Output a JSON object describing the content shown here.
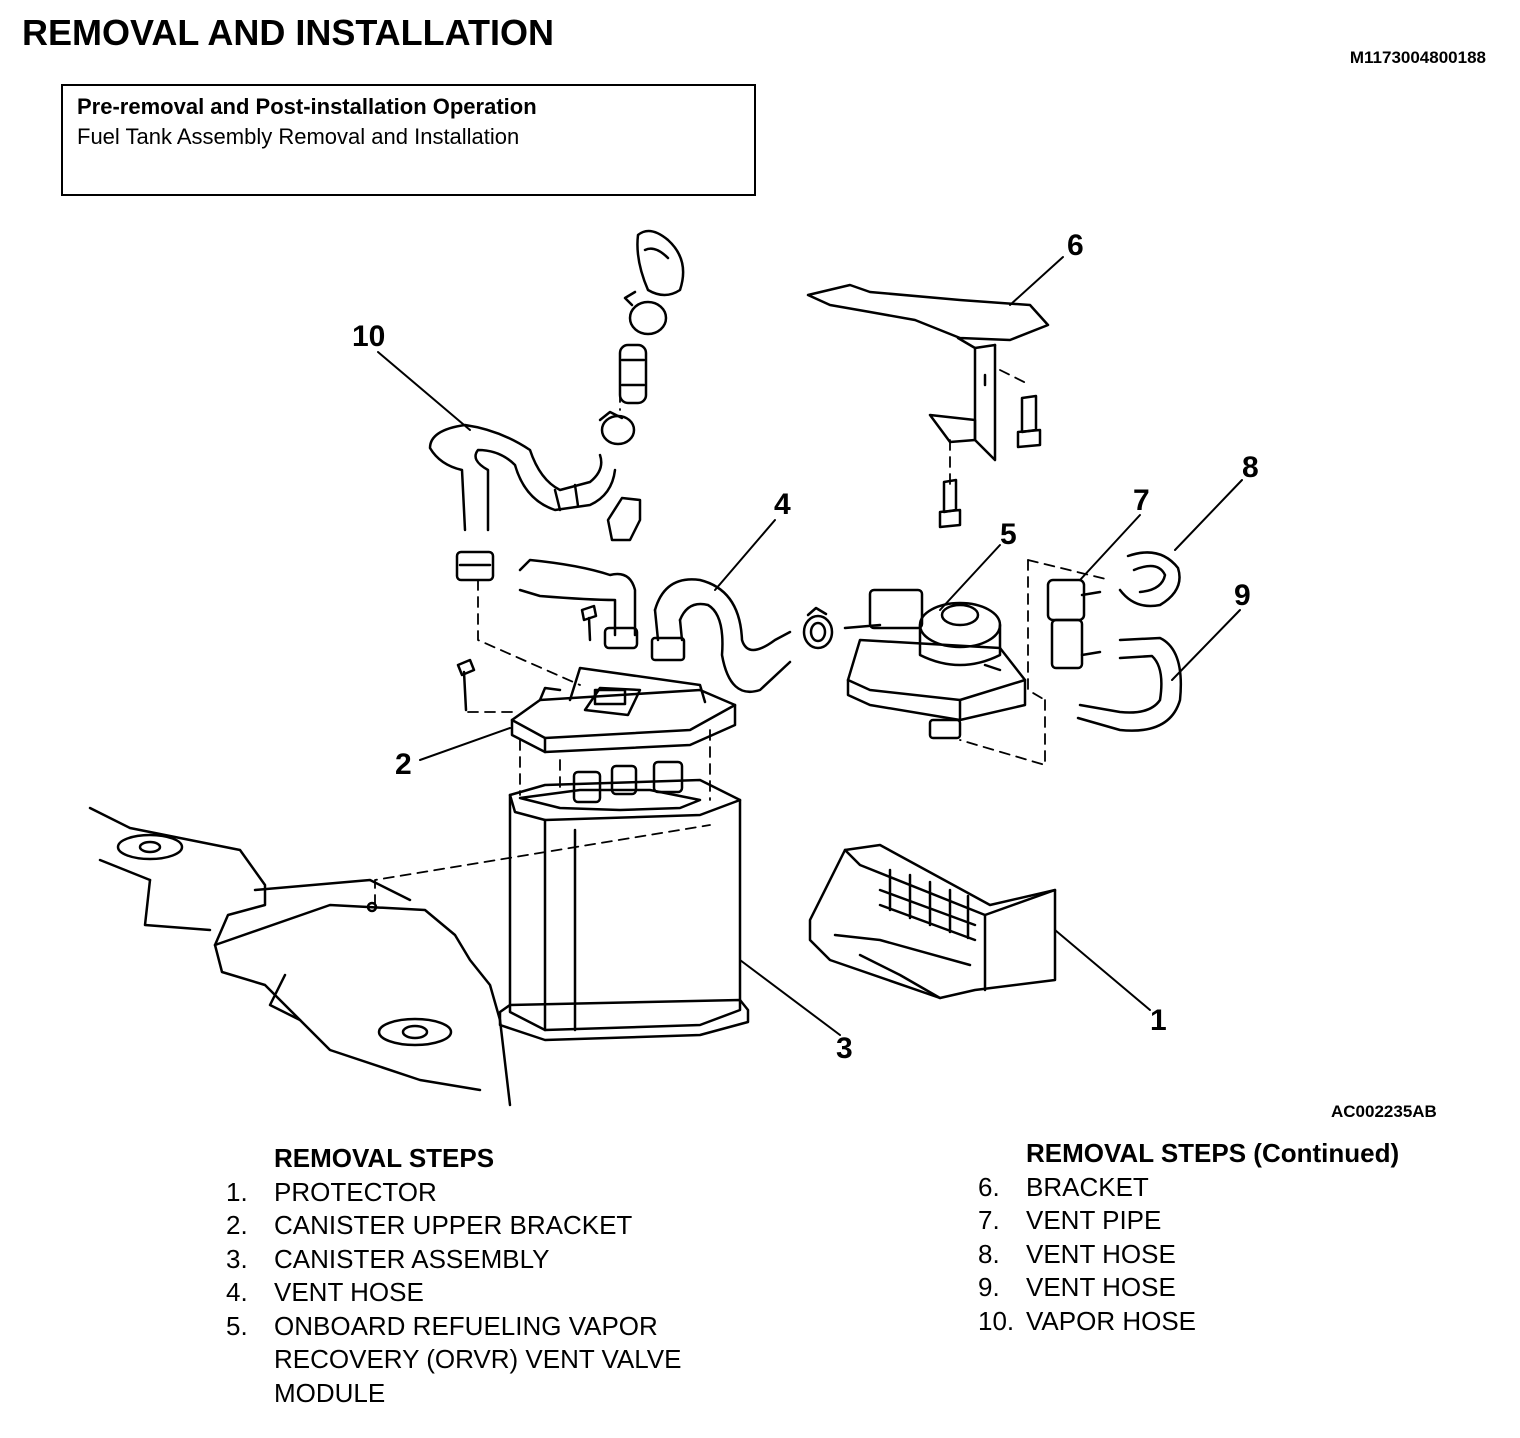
{
  "header": {
    "title": "REMOVAL AND INSTALLATION",
    "doc_id": "M1173004800188"
  },
  "pre_removal": {
    "heading": "Pre-removal and Post-installation Operation",
    "text": "Fuel Tank Assembly Removal and Installation"
  },
  "diagram": {
    "figure_id": "AC002235AB",
    "callouts": [
      "1",
      "2",
      "3",
      "4",
      "5",
      "6",
      "7",
      "8",
      "9",
      "10"
    ]
  },
  "removal_steps": {
    "heading": "REMOVAL STEPS",
    "items": [
      {
        "num": "1.",
        "text": "PROTECTOR"
      },
      {
        "num": "2.",
        "text": "CANISTER UPPER BRACKET"
      },
      {
        "num": "3.",
        "text": "CANISTER ASSEMBLY"
      },
      {
        "num": "4.",
        "text": "VENT HOSE"
      },
      {
        "num": "5.",
        "text": "ONBOARD REFUELING VAPOR"
      },
      {
        "num": "",
        "text": "RECOVERY (ORVR) VENT VALVE"
      },
      {
        "num": "",
        "text": "MODULE"
      }
    ]
  },
  "removal_steps_continued": {
    "heading": "REMOVAL STEPS (Continued)",
    "items": [
      {
        "num": "6.",
        "text": "BRACKET"
      },
      {
        "num": "7.",
        "text": "VENT PIPE"
      },
      {
        "num": "8.",
        "text": "VENT HOSE"
      },
      {
        "num": "9.",
        "text": "VENT HOSE"
      },
      {
        "num": "10.",
        "text": "VAPOR HOSE"
      }
    ]
  }
}
